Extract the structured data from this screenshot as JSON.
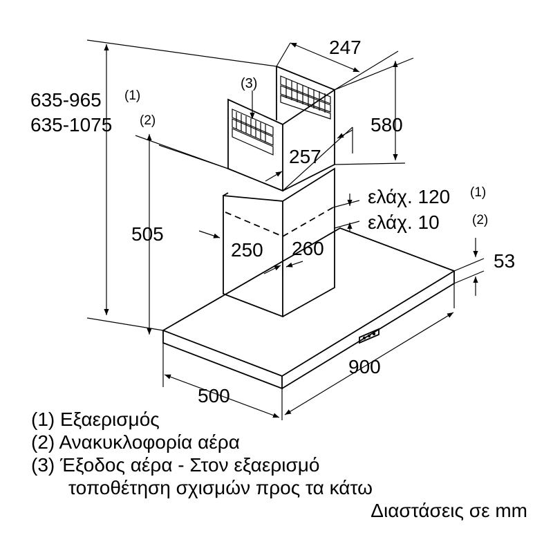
{
  "labels": {
    "outlet_ref": "(3)",
    "chimney_width": "247",
    "total_height_1": "635-965",
    "total_height_1_ref": "(1)",
    "total_height_2": "635-1075",
    "total_height_2_ref": "(2)",
    "upper_height": "580",
    "chimney_depth": "257",
    "min_1": "ελάχ. 120",
    "min_1_ref": "(1)",
    "min_2": "ελάχ. 10",
    "min_2_ref": "(2)",
    "lower_height": "505",
    "inner_width": "250",
    "inner_depth": "260",
    "canopy_thickness": "53",
    "width": "900",
    "depth": "500"
  },
  "legend": {
    "item1": "(1) Εξαερισμός",
    "item2": "(2) Ανακυκλοφορία αέρα",
    "item3": "(3) Έξοδος αέρα - Στον εξαερισμό",
    "item3_cont": "τοποθέτηση σχισμών προς τα κάτω",
    "units": "Διαστάσεις σε mm"
  }
}
